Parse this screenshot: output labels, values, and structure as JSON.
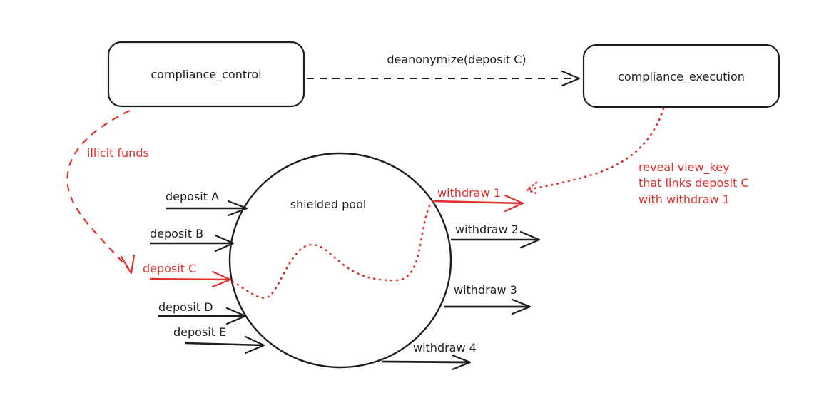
{
  "colors": {
    "ink": "#1e1e1e",
    "accent_red": "#e03131",
    "background": "#ffffff"
  },
  "nodes": {
    "compliance_control": {
      "label": "compliance_control"
    },
    "compliance_execution": {
      "label": "compliance_execution"
    },
    "shielded_pool": {
      "label": "shielded pool"
    }
  },
  "edges": {
    "deanonymize": {
      "label": "deanonymize(deposit C)",
      "style": "dashed",
      "color": "black"
    },
    "illicit_funds": {
      "label": "illicit funds",
      "style": "dashed",
      "color": "red"
    },
    "reveal_view_key": {
      "lines": [
        "reveal view_key",
        "that links deposit C",
        "with withdraw 1"
      ],
      "style": "dotted",
      "color": "red"
    },
    "link_path": {
      "style": "dotted",
      "color": "red",
      "from": "deposit C",
      "to": "withdraw 1"
    }
  },
  "deposits": [
    {
      "label": "deposit A",
      "color": "black"
    },
    {
      "label": "deposit B",
      "color": "black"
    },
    {
      "label": "deposit C",
      "color": "red"
    },
    {
      "label": "deposit D",
      "color": "black"
    },
    {
      "label": "deposit E",
      "color": "black"
    }
  ],
  "withdrawals": [
    {
      "label": "withdraw 1",
      "color": "red"
    },
    {
      "label": "withdraw 2",
      "color": "black"
    },
    {
      "label": "withdraw 3",
      "color": "black"
    },
    {
      "label": "withdraw 4",
      "color": "black"
    }
  ]
}
